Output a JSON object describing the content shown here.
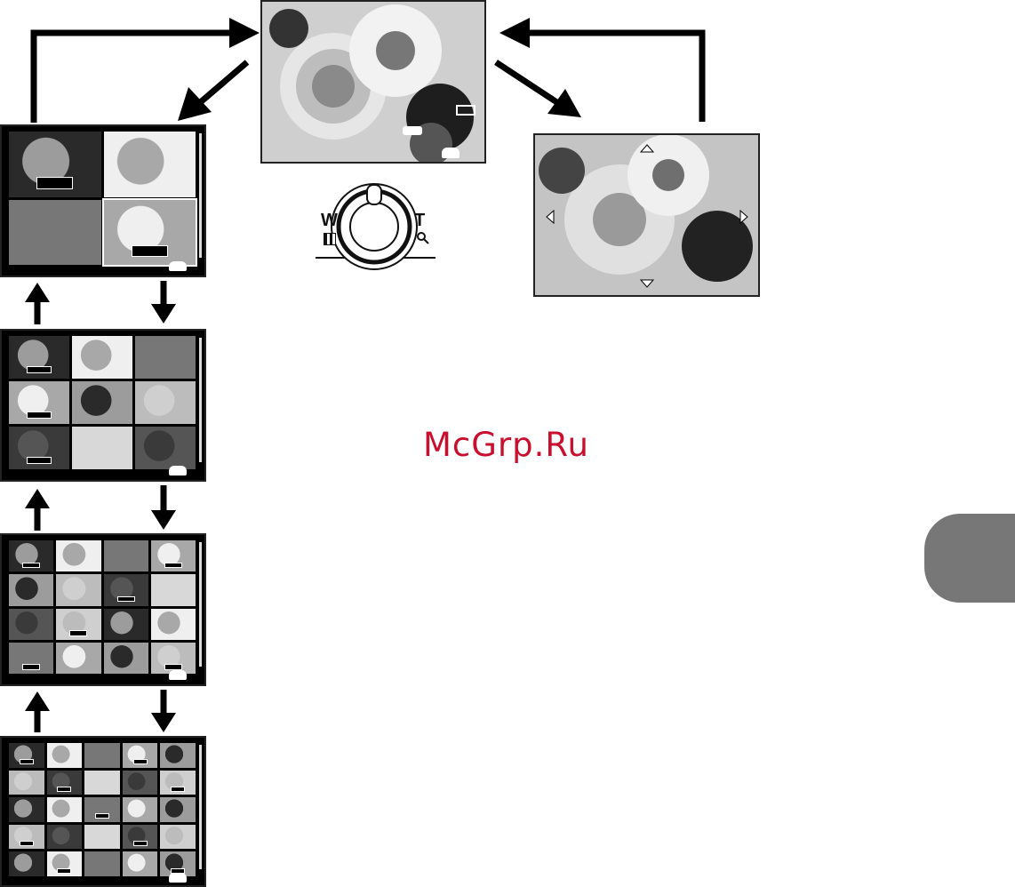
{
  "watermark": {
    "text": "McGrp.Ru"
  },
  "zoom_lever": {
    "wide_label": "W",
    "tele_label": "T",
    "wide_icon": "thumbnail-grid-icon",
    "tele_icon": "magnifier-icon"
  },
  "screens": {
    "full": {
      "name": "single-image-playback-screen",
      "icons": [
        "flower-image-photo",
        "lock-icon",
        "battery-icon",
        "file-icon",
        "camera-mode-icon"
      ]
    },
    "zoomed": {
      "name": "zoomed-playback-screen",
      "icons": [
        "arrow-up-icon",
        "arrow-down-icon",
        "arrow-left-icon",
        "arrow-right-icon"
      ]
    },
    "grid4": {
      "name": "thumbnail-grid-4-screen",
      "cells": 4
    },
    "grid9": {
      "name": "thumbnail-grid-9-screen",
      "cells": 9
    },
    "grid16": {
      "name": "thumbnail-grid-16-screen",
      "cells": 16
    },
    "grid25": {
      "name": "thumbnail-grid-25-screen",
      "cells": 25
    }
  },
  "colors": {
    "tab": "#777777",
    "watermark": "#c8102e",
    "arrow": "#000000"
  }
}
